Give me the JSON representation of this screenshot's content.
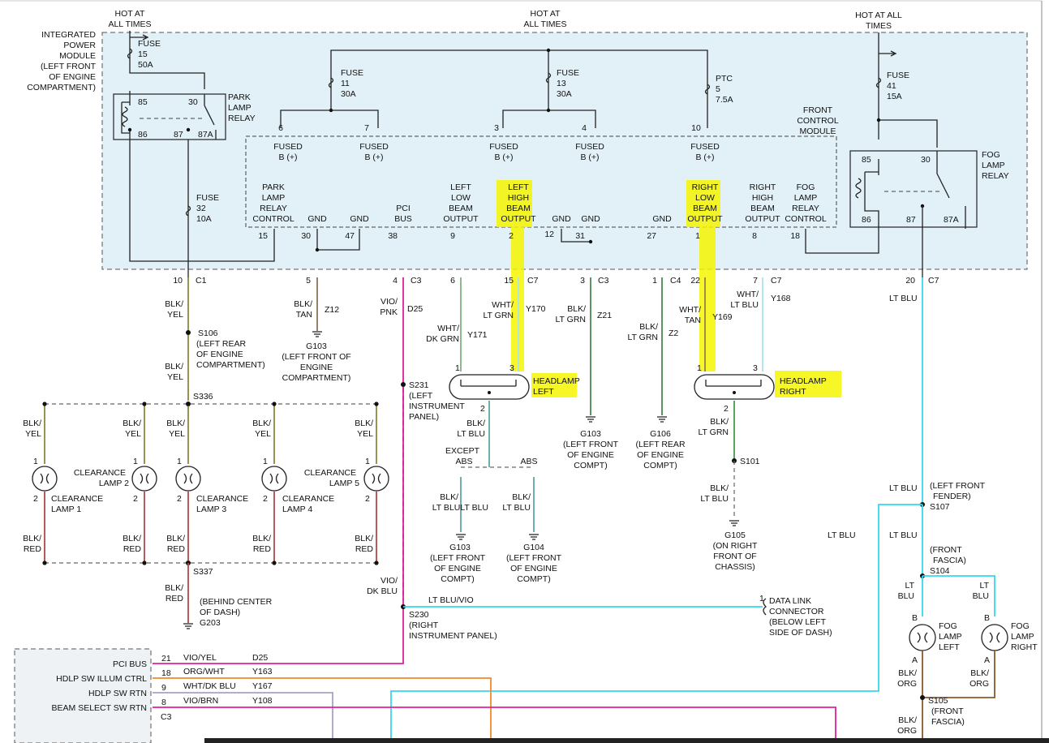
{
  "ipm": {
    "title": [
      "INTEGRATED",
      "POWER",
      "MODULE",
      "(LEFT FRONT",
      "OF ENGINE",
      "COMPARTMENT)"
    ],
    "hot1": [
      "HOT AT",
      "ALL TIMES"
    ],
    "hot2": [
      "HOT AT",
      "ALL TIMES"
    ],
    "hot3": [
      "HOT AT ALL",
      "TIMES"
    ],
    "fuse15": [
      "FUSE",
      "15",
      "50A"
    ],
    "fuse11": [
      "FUSE",
      "11",
      "30A"
    ],
    "fuse13": [
      "FUSE",
      "13",
      "30A"
    ],
    "ptc5": [
      "PTC",
      "5",
      "7.5A"
    ],
    "fuse41": [
      "FUSE",
      "41",
      "15A"
    ],
    "fuse32": [
      "FUSE",
      "32",
      "10A"
    ],
    "park_relay": [
      "PARK",
      "LAMP",
      "RELAY"
    ],
    "fog_relay": [
      "FOG",
      "LAMP",
      "RELAY"
    ],
    "relay_pins": {
      "p85": "85",
      "p86": "86",
      "p30": "30",
      "p87": "87",
      "p87a": "87A"
    }
  },
  "fcm": {
    "title": [
      "FRONT",
      "CONTROL",
      "MODULE"
    ],
    "fused_label": [
      "FUSED",
      "B (+)"
    ],
    "fused_pins": [
      "6",
      "7",
      "3",
      "4",
      "10"
    ],
    "outputs": [
      {
        "label": [
          "PARK",
          "LAMP",
          "RELAY",
          "CONTROL"
        ],
        "pin": "15"
      },
      {
        "label": [
          "GND"
        ],
        "pin": "30"
      },
      {
        "label": [
          "GND"
        ],
        "pin": "47"
      },
      {
        "label": [
          "PCI",
          "BUS"
        ],
        "pin": "38"
      },
      {
        "label": [
          "LEFT",
          "LOW",
          "BEAM",
          "OUTPUT"
        ],
        "pin": "9"
      },
      {
        "label": [
          "LEFT",
          "HIGH",
          "BEAM",
          "OUTPUT"
        ],
        "pin": "2"
      },
      {
        "label": [
          "GND"
        ],
        "pin": "12"
      },
      {
        "label": [
          "GND"
        ],
        "pin": "31"
      },
      {
        "label": [
          "GND"
        ],
        "pin": "27"
      },
      {
        "label": [
          "RIGHT",
          "LOW",
          "BEAM",
          "OUTPUT"
        ],
        "pin": "1"
      },
      {
        "label": [
          "RIGHT",
          "HIGH",
          "BEAM",
          "OUTPUT"
        ],
        "pin": "8"
      },
      {
        "label": [
          "FOG",
          "LAMP",
          "RELAY",
          "CONTROL"
        ],
        "pin": "18"
      }
    ]
  },
  "connectors": [
    {
      "pin": "10",
      "name": "C1"
    },
    {
      "pin": "5",
      "name": ""
    },
    {
      "pin": "4",
      "name": "C3"
    },
    {
      "pin": "6",
      "name": ""
    },
    {
      "pin": "15",
      "name": "C7"
    },
    {
      "pin": "3",
      "name": "C3"
    },
    {
      "pin": "1",
      "name": "C4"
    },
    {
      "pin": "22",
      "name": ""
    },
    {
      "pin": "7",
      "name": "C7"
    },
    {
      "pin": "20",
      "name": "C7"
    }
  ],
  "wires": {
    "blk_yel": [
      "BLK/",
      "YEL"
    ],
    "blk_tan": [
      "BLK/",
      "TAN"
    ],
    "z12": "Z12",
    "vio_pnk": [
      "VIO/",
      "PNK"
    ],
    "d25": "D25",
    "wht_dkgrn": [
      "WHT/",
      "DK GRN"
    ],
    "y171": "Y171",
    "wht_ltgrn": [
      "WHT/",
      "LT GRN"
    ],
    "y170": "Y170",
    "blk_ltgrn": [
      "BLK/",
      "LT GRN"
    ],
    "z21": "Z21",
    "blk_ltgrn2": [
      "BLK/",
      "LT GRN"
    ],
    "z2": "Z2",
    "wht_tan": [
      "WHT/",
      "TAN"
    ],
    "y169": "Y169",
    "wht_ltblu": [
      "WHT/",
      "LT BLU"
    ],
    "y168": "Y168",
    "lt_blu": "LT BLU",
    "blk_ltblu": [
      "BLK/",
      "LT BLU"
    ],
    "blk_ltblu2": [
      "BLK/",
      "LT BLU"
    ],
    "blk_ltblu3": [
      "BLK/",
      "LT BLULT BLU"
    ],
    "blk_ltgrn3": [
      "BLK/",
      "LT GRN"
    ],
    "blk_red": [
      "BLK/",
      "RED"
    ],
    "vio_dkblu": [
      "VIO/",
      "DK BLU"
    ],
    "ltblu_vio": "LT BLU/VIO",
    "lt_blu2": [
      "LT",
      "BLU"
    ],
    "blk_org": [
      "BLK/",
      "ORG"
    ]
  },
  "splices": {
    "s106": [
      "S106",
      "(LEFT REAR",
      "OF ENGINE",
      "COMPARTMENT)"
    ],
    "s336": "S336",
    "s337": "S337",
    "s231": [
      "S231",
      "(LEFT",
      "INSTRUMENT",
      "PANEL)"
    ],
    "s230": [
      "S230",
      "(RIGHT",
      "INSTRUMENT PANEL)"
    ],
    "s101": "S101",
    "s107": [
      "(LEFT FRONT",
      "FENDER)",
      "S107"
    ],
    "s104": [
      "(FRONT",
      "FASCIA)",
      "S104"
    ],
    "s105": [
      "S105",
      "(FRONT",
      "FASCIA)"
    ]
  },
  "grounds": {
    "g103a": [
      "G103",
      "(LEFT FRONT OF",
      "ENGINE",
      "COMPARTMENT)"
    ],
    "g103b": [
      "G103",
      "(LEFT FRONT",
      "OF ENGINE",
      "COMPT)"
    ],
    "g106": [
      "G106",
      "(LEFT REAR",
      "OF ENGINE",
      "COMPT)"
    ],
    "g103c": [
      "G103",
      "(LEFT FRONT",
      "OF ENGINE",
      "COMPT)"
    ],
    "g104": [
      "G104",
      "(LEFT FRONT",
      "OF ENGINE",
      "COMPT)"
    ],
    "g105": [
      "G105",
      "(ON RIGHT",
      "FRONT OF",
      "CHASSIS)"
    ],
    "g203": [
      "(BEHIND CENTER",
      "OF DASH)",
      "G203"
    ]
  },
  "headlamps": {
    "left": [
      "HEADLAMP",
      "LEFT"
    ],
    "right": [
      "HEADLAMP",
      "RIGHT"
    ],
    "pins": {
      "p1": "1",
      "p2": "2",
      "p3": "3"
    }
  },
  "abs": {
    "except": [
      "EXCEPT",
      "ABS"
    ],
    "abs": "ABS"
  },
  "clearance": {
    "l1": [
      "CLEARANCE",
      "LAMP 1"
    ],
    "l2": [
      "CLEARANCE",
      "LAMP 2"
    ],
    "l3": [
      "CLEARANCE",
      "LAMP 3"
    ],
    "l4": [
      "CLEARANCE",
      "LAMP 4"
    ],
    "l5": [
      "CLEARANCE",
      "LAMP 5"
    ]
  },
  "fog_lamps": {
    "left": [
      "FOG",
      "LAMP",
      "LEFT"
    ],
    "right": [
      "FOG",
      "LAMP",
      "RIGHT"
    ],
    "pinA": "A",
    "pinB": "B"
  },
  "dlc": {
    "pin": "1",
    "label": [
      "DATA LINK",
      "CONNECTOR",
      "(BELOW LEFT",
      "SIDE OF DASH)"
    ]
  },
  "cluster": {
    "rows": [
      {
        "label": "PCI BUS",
        "pin": "21",
        "color": "VIO/YEL",
        "circuit": "D25"
      },
      {
        "label": "HDLP SW ILLUM CTRL",
        "pin": "18",
        "color": "ORG/WHT",
        "circuit": "Y163"
      },
      {
        "label": "HDLP SW RTN",
        "pin": "9",
        "color": "WHT/DK BLU",
        "circuit": "Y167"
      },
      {
        "label": "BEAM SELECT SW RTN",
        "pin": "8",
        "color": "VIO/BRN",
        "circuit": "Y108"
      }
    ],
    "connector": "C3"
  },
  "colors": {
    "pink": "#e0209c",
    "cyan": "#35d8ee",
    "lightcyan": "#a8e4f2",
    "green": "#5aa05a",
    "orange": "#f08a2a",
    "yellow": "#f6f500",
    "red": "#b24747",
    "olive": "#8b8b3a"
  }
}
